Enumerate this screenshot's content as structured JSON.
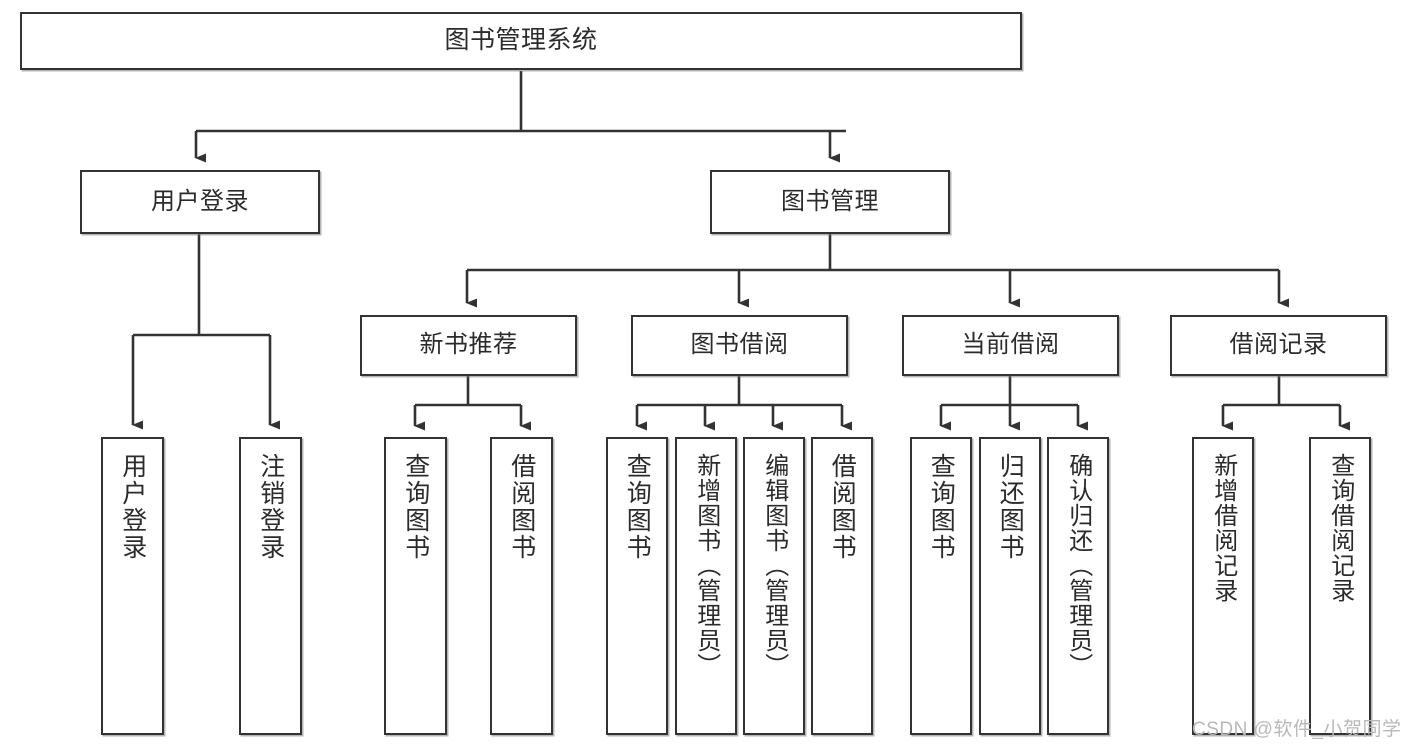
{
  "diagram": {
    "title": "图书管理系统",
    "type": "tree-hierarchy-chart",
    "colors": {
      "node_border": "#333333",
      "node_fill": "#ffffff",
      "edge": "#333333",
      "text": "#2b2b2b",
      "watermark": "#b9b9b9"
    },
    "root": {
      "label": "图书管理系统"
    },
    "level2": [
      {
        "label": "用户登录"
      },
      {
        "label": "图书管理"
      }
    ],
    "level3": [
      {
        "label": "新书推荐"
      },
      {
        "label": "图书借阅"
      },
      {
        "label": "当前借阅"
      },
      {
        "label": "借阅记录"
      }
    ],
    "leaves": {
      "user_login": [
        {
          "label": "用户登录"
        },
        {
          "label": "注销登录"
        }
      ],
      "new_book_recommend": [
        {
          "label": "查询图书"
        },
        {
          "label": "借阅图书"
        }
      ],
      "book_borrow": [
        {
          "label": "查询图书"
        },
        {
          "label": "新增图书（管理员）"
        },
        {
          "label": "编辑图书（管理员）"
        },
        {
          "label": "借阅图书"
        }
      ],
      "current_borrow": [
        {
          "label": "查询图书"
        },
        {
          "label": "归还图书"
        },
        {
          "label": "确认归还（管理员）"
        }
      ],
      "borrow_record": [
        {
          "label": "新增借阅记录"
        },
        {
          "label": "查询借阅记录"
        }
      ]
    },
    "watermark": "CSDN @软件_小贺同学"
  }
}
